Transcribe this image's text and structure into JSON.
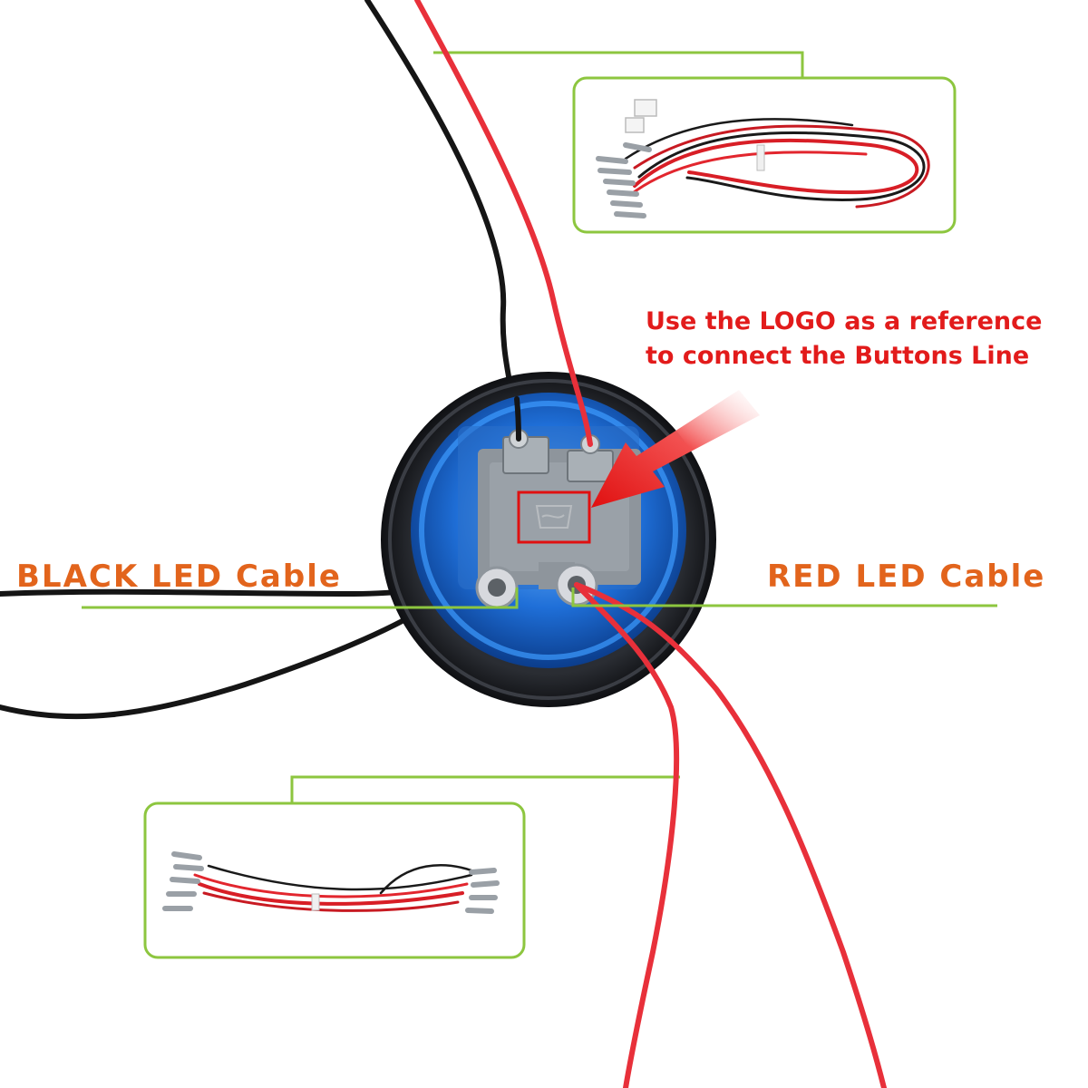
{
  "annotation": {
    "line1": "Use the LOGO as a reference",
    "line2": "to connect the Buttons Line",
    "color": "#e21b1b"
  },
  "labels": {
    "black_led": "BLACK LED Cable",
    "red_led": "RED LED Cable",
    "color": "#e2641c"
  },
  "colors": {
    "callout_green": "#8dc63f",
    "wire_red": "#e8303a",
    "wire_black": "#151515",
    "button_blue": "#1f6fd8",
    "housing_black": "#1b1d22",
    "terminal_grey": "#8e959c",
    "arrow_red": "#ee2424"
  }
}
